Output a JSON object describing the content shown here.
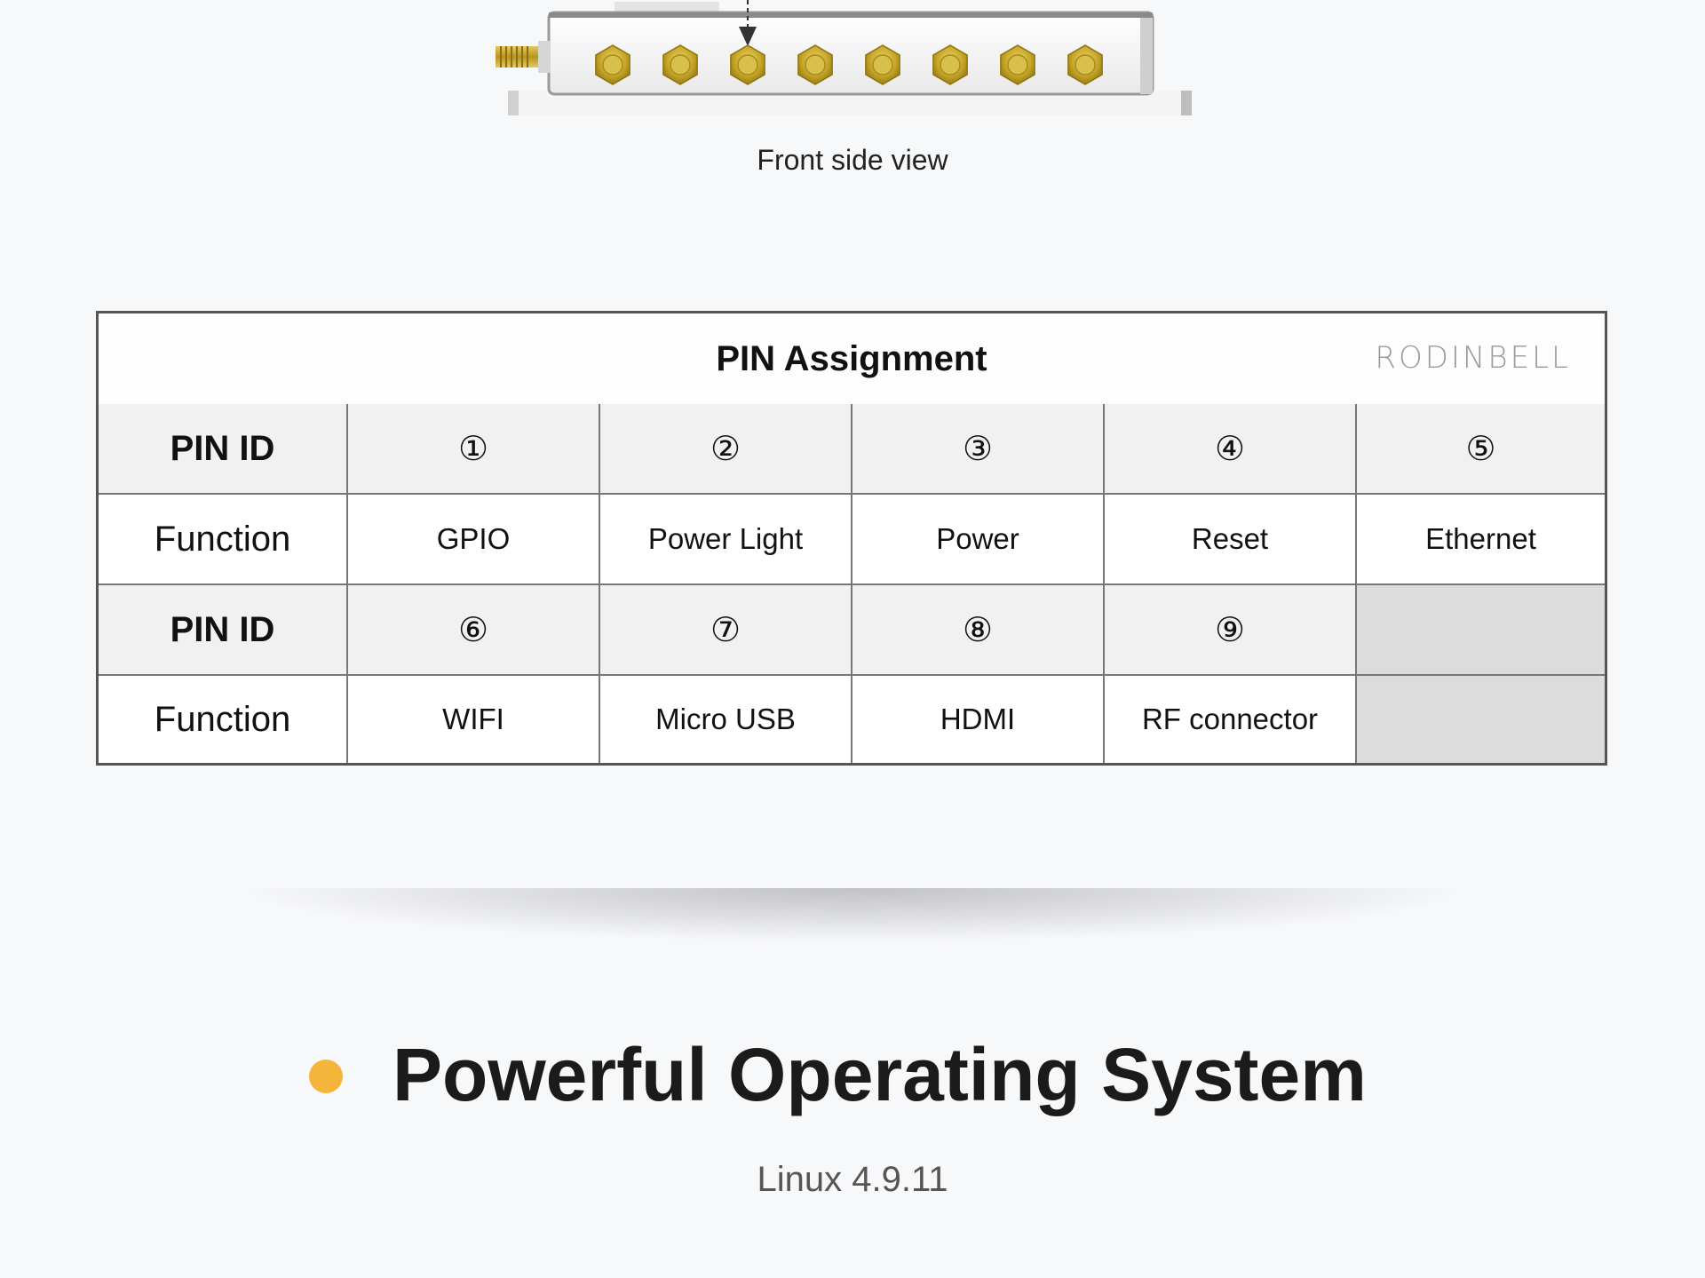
{
  "device": {
    "caption": "Front side view",
    "port_count": 8
  },
  "pin_table": {
    "title": "PIN Assignment",
    "brand": "RODINBELL",
    "rows": [
      {
        "label": "PIN ID",
        "cells": [
          "①",
          "②",
          "③",
          "④",
          "⑤"
        ]
      },
      {
        "label": "Function",
        "cells": [
          "GPIO",
          "Power Light",
          "Power",
          "Reset",
          "Ethernet"
        ]
      },
      {
        "label": "PIN ID",
        "cells": [
          "⑥",
          "⑦",
          "⑧",
          "⑨",
          ""
        ]
      },
      {
        "label": "Function",
        "cells": [
          "WIFI",
          "Micro USB",
          "HDMI",
          "RF connector",
          ""
        ]
      }
    ]
  },
  "section": {
    "title": "Powerful Operating System",
    "subtitle": "Linux 4.9.11",
    "bullet_color": "#f5b43a"
  }
}
